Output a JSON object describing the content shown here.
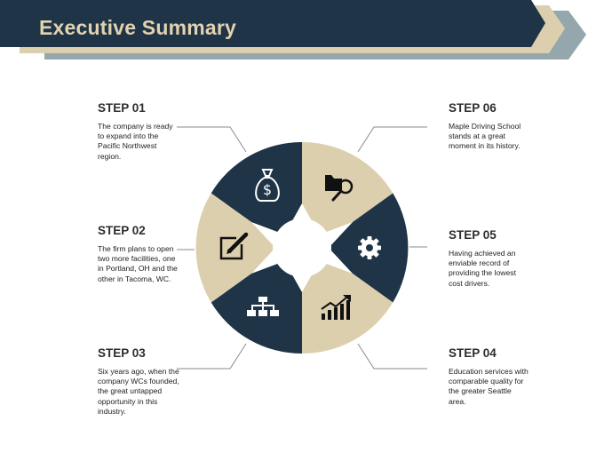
{
  "header": {
    "title": "Executive Summary"
  },
  "colors": {
    "navy": "#1f3447",
    "beige": "#dccfae",
    "slate": "#93a7ad",
    "line": "#8a8a8a"
  },
  "steps": [
    {
      "label": "STEP 01",
      "text": "The company is ready to expand into the Pacific Northwest region.",
      "icon": "money-bag-icon"
    },
    {
      "label": "STEP 02",
      "text": "The firm plans to open two more facilities, one in Portland, OH and the other in Tacoma, WC.",
      "icon": "edit-icon"
    },
    {
      "label": "STEP 03",
      "text": "Six years ago, when the company WCs founded, the great untapped opportunity in this industry.",
      "icon": "org-chart-icon"
    },
    {
      "label": "STEP 04",
      "text": "Education services with comparable quality for the greater Seattle area.",
      "icon": "growth-chart-icon"
    },
    {
      "label": "STEP 05",
      "text": "Having achieved an enviable record of providing the lowest cost drivers.",
      "icon": "gear-icon"
    },
    {
      "label": "STEP 06",
      "text": "Maple Driving School stands at a great moment in its history.",
      "icon": "folder-search-icon"
    }
  ]
}
